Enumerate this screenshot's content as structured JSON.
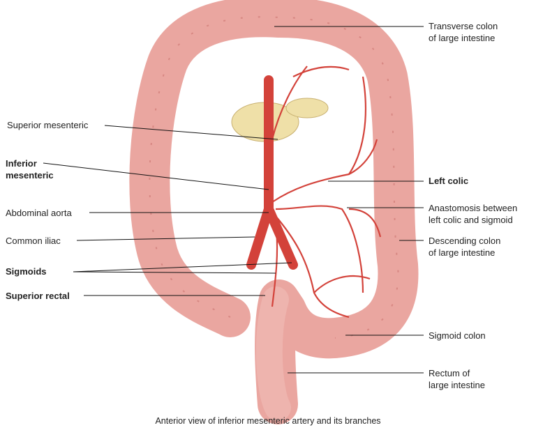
{
  "labels": {
    "transverse_colon": [
      "Transverse colon",
      "of large intestine"
    ],
    "superior_mesenteric": "Superior mesenteric",
    "inferior_mesenteric": [
      "Inferior",
      "mesenteric"
    ],
    "abdominal_aorta": "Abdominal aorta",
    "common_iliac": "Common iliac",
    "sigmoids": "Sigmoids",
    "superior_rectal": "Superior rectal",
    "left_colic": "Left colic",
    "anastomosis": [
      "Anastomosis between",
      "left colic and sigmoid"
    ],
    "descending_colon": [
      "Descending colon",
      "of large intestine"
    ],
    "sigmoid_colon": "Sigmoid colon",
    "rectum": [
      "Rectum of",
      "large intestine"
    ]
  },
  "caption": "Anterior view of inferior mesenteric artery and its branches",
  "colors": {
    "colon": "#eaa6a0",
    "colon_dark": "#c9736e",
    "artery": "#d3423a",
    "pancreas": "#efe0a8"
  }
}
